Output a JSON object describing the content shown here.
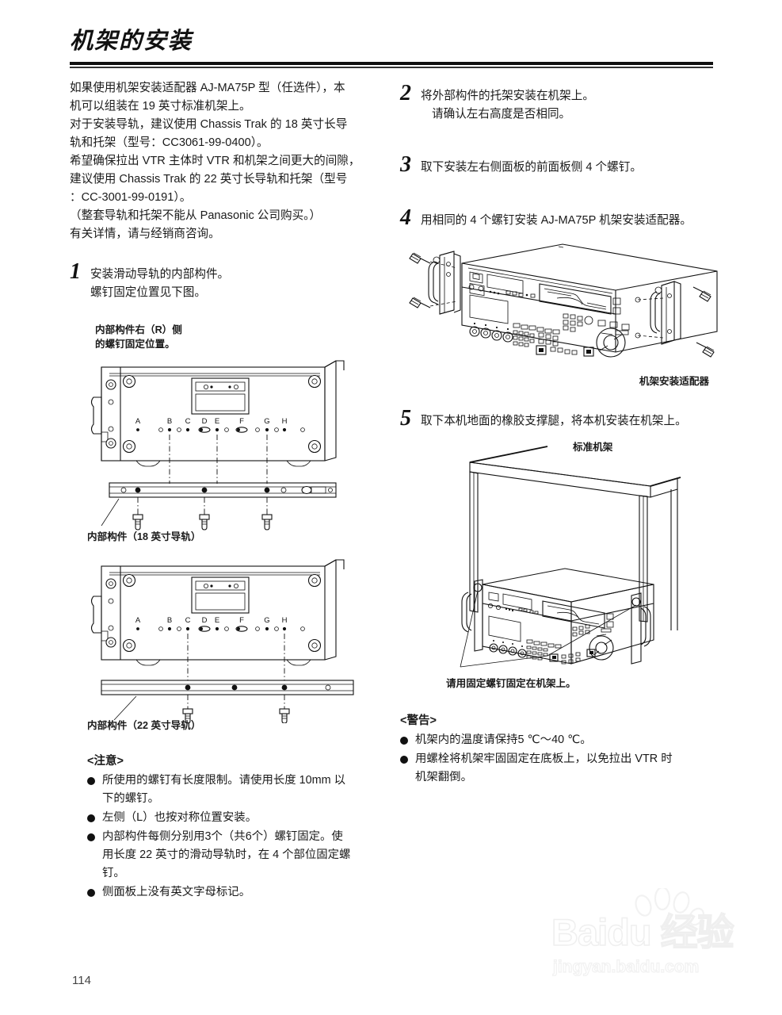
{
  "document": {
    "title": "机架的安装",
    "page_number": "114"
  },
  "intro": {
    "lines": [
      "如果使用机架安装适配器 AJ-MA75P 型（任选件），本",
      "机可以组装在 19 英寸标准机架上。",
      "对于安装导轨，建议使用 Chassis Trak 的 18 英寸长导",
      "轨和托架（型号：CC3061-99-0400）。",
      "希望确保拉出 VTR 主体时 VTR 和机架之间更大的间隙，",
      "建议使用 Chassis Trak 的 22 英寸长导轨和托架（型号",
      "：CC-3001-99-0191）。",
      "（整套导轨和托架不能从 Panasonic 公司购买。）",
      "有关详情，请与经销商咨询。"
    ]
  },
  "steps": [
    {
      "number": "1",
      "lines": [
        "安装滑动导轨的内部构件。",
        "螺钉固定位置见下图。"
      ]
    },
    {
      "number": "2",
      "lines": [
        "将外部构件的托架安装在机架上。",
        "请确认左右高度是否相同。"
      ],
      "indent_from": 1
    },
    {
      "number": "3",
      "lines": [
        "取下安装左右侧面板的前面板侧 4 个螺钉。"
      ]
    },
    {
      "number": "4",
      "lines": [
        "用相同的 4 个螺钉安装 AJ-MA75P 机架安装适配器。"
      ]
    },
    {
      "number": "5",
      "lines": [
        "取下本机地面的橡胶支撑腿，将本机安装在机架上。"
      ]
    }
  ],
  "figures": {
    "inner_member_heading": [
      "内部构件右（R）侧",
      "的螺钉固定位置。"
    ],
    "rail18_caption": "内部构件（18 英寸导轨）",
    "rail22_caption": "内部构件（22 英寸导轨）",
    "rack_adapter_caption": "机架安装适配器",
    "standard_rack_label": "标准机架",
    "fix_screw_caption": "请用固定螺钉固定在机架上。",
    "hole_labels": [
      "A",
      "B",
      "C",
      "D",
      "E",
      "F",
      "G",
      "H"
    ]
  },
  "notes": {
    "heading": "<注意>",
    "items": [
      [
        "所使用的螺钉有长度限制。请使用长度 10mm 以",
        "下的螺钉。"
      ],
      [
        "左侧（L）也按对称位置安装。"
      ],
      [
        "内部构件每侧分别用3个（共6个）螺钉固定。使",
        "用长度 22 英寸的滑动导轨时，在 4 个部位固定螺",
        "钉。"
      ],
      [
        "侧面板上没有英文字母标记。"
      ]
    ]
  },
  "warnings": {
    "heading": "<警告>",
    "items": [
      [
        "机架内的温度请保持5 ℃～40 ℃。"
      ],
      [
        "用螺栓将机架牢固固定在底板上，以免拉出 VTR 时",
        "机架翻倒。"
      ]
    ]
  },
  "watermark": {
    "brand": "Baidu 经验",
    "url": "jingyan.baidu.com"
  }
}
